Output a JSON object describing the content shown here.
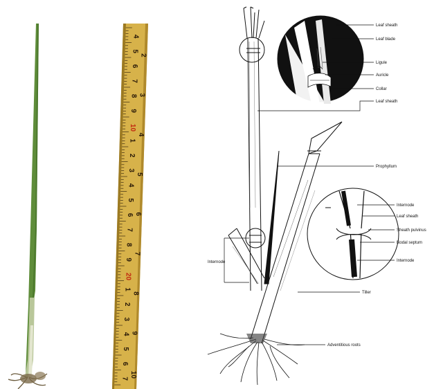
{
  "photo": {
    "tape_numbers": [
      "4",
      "5",
      "6",
      "7",
      "8",
      "9",
      "10",
      "1",
      "2",
      "3",
      "4",
      "5",
      "6",
      "7",
      "8",
      "9",
      "20",
      "1",
      "2",
      "3",
      "4",
      "5",
      "6",
      "7"
    ],
    "tape_red_index": [
      6,
      16
    ],
    "tape_inch_numbers": [
      "2",
      "3",
      "4",
      "5",
      "6",
      "7",
      "8",
      "9",
      "10"
    ],
    "colors": {
      "stem": "#5f8d3a",
      "stem_dark": "#3f6b24",
      "tape": "#d7b24a",
      "tape_edge": "#9c7a22"
    }
  },
  "diagram": {
    "labels": {
      "leaf_sheath_top": "Leaf sheath",
      "leaf_blade": "Leaf blade",
      "ligule": "Ligule",
      "auricle": "Auricle",
      "collar": "Collar",
      "leaf_sheath_mid": "Leaf sheath",
      "prophyllum": "Prophyllum",
      "internode_left": "Internode",
      "internode_top": "Internode",
      "leaf_sheath_inset": "Leaf sheath",
      "sheath_pulvinus": "Sheath pulvinus",
      "nodal_septum": "Nodal septum",
      "internode_bottom": "Internode",
      "tiller": "Tiller",
      "adventitious_roots": "Adventitious roots"
    }
  }
}
